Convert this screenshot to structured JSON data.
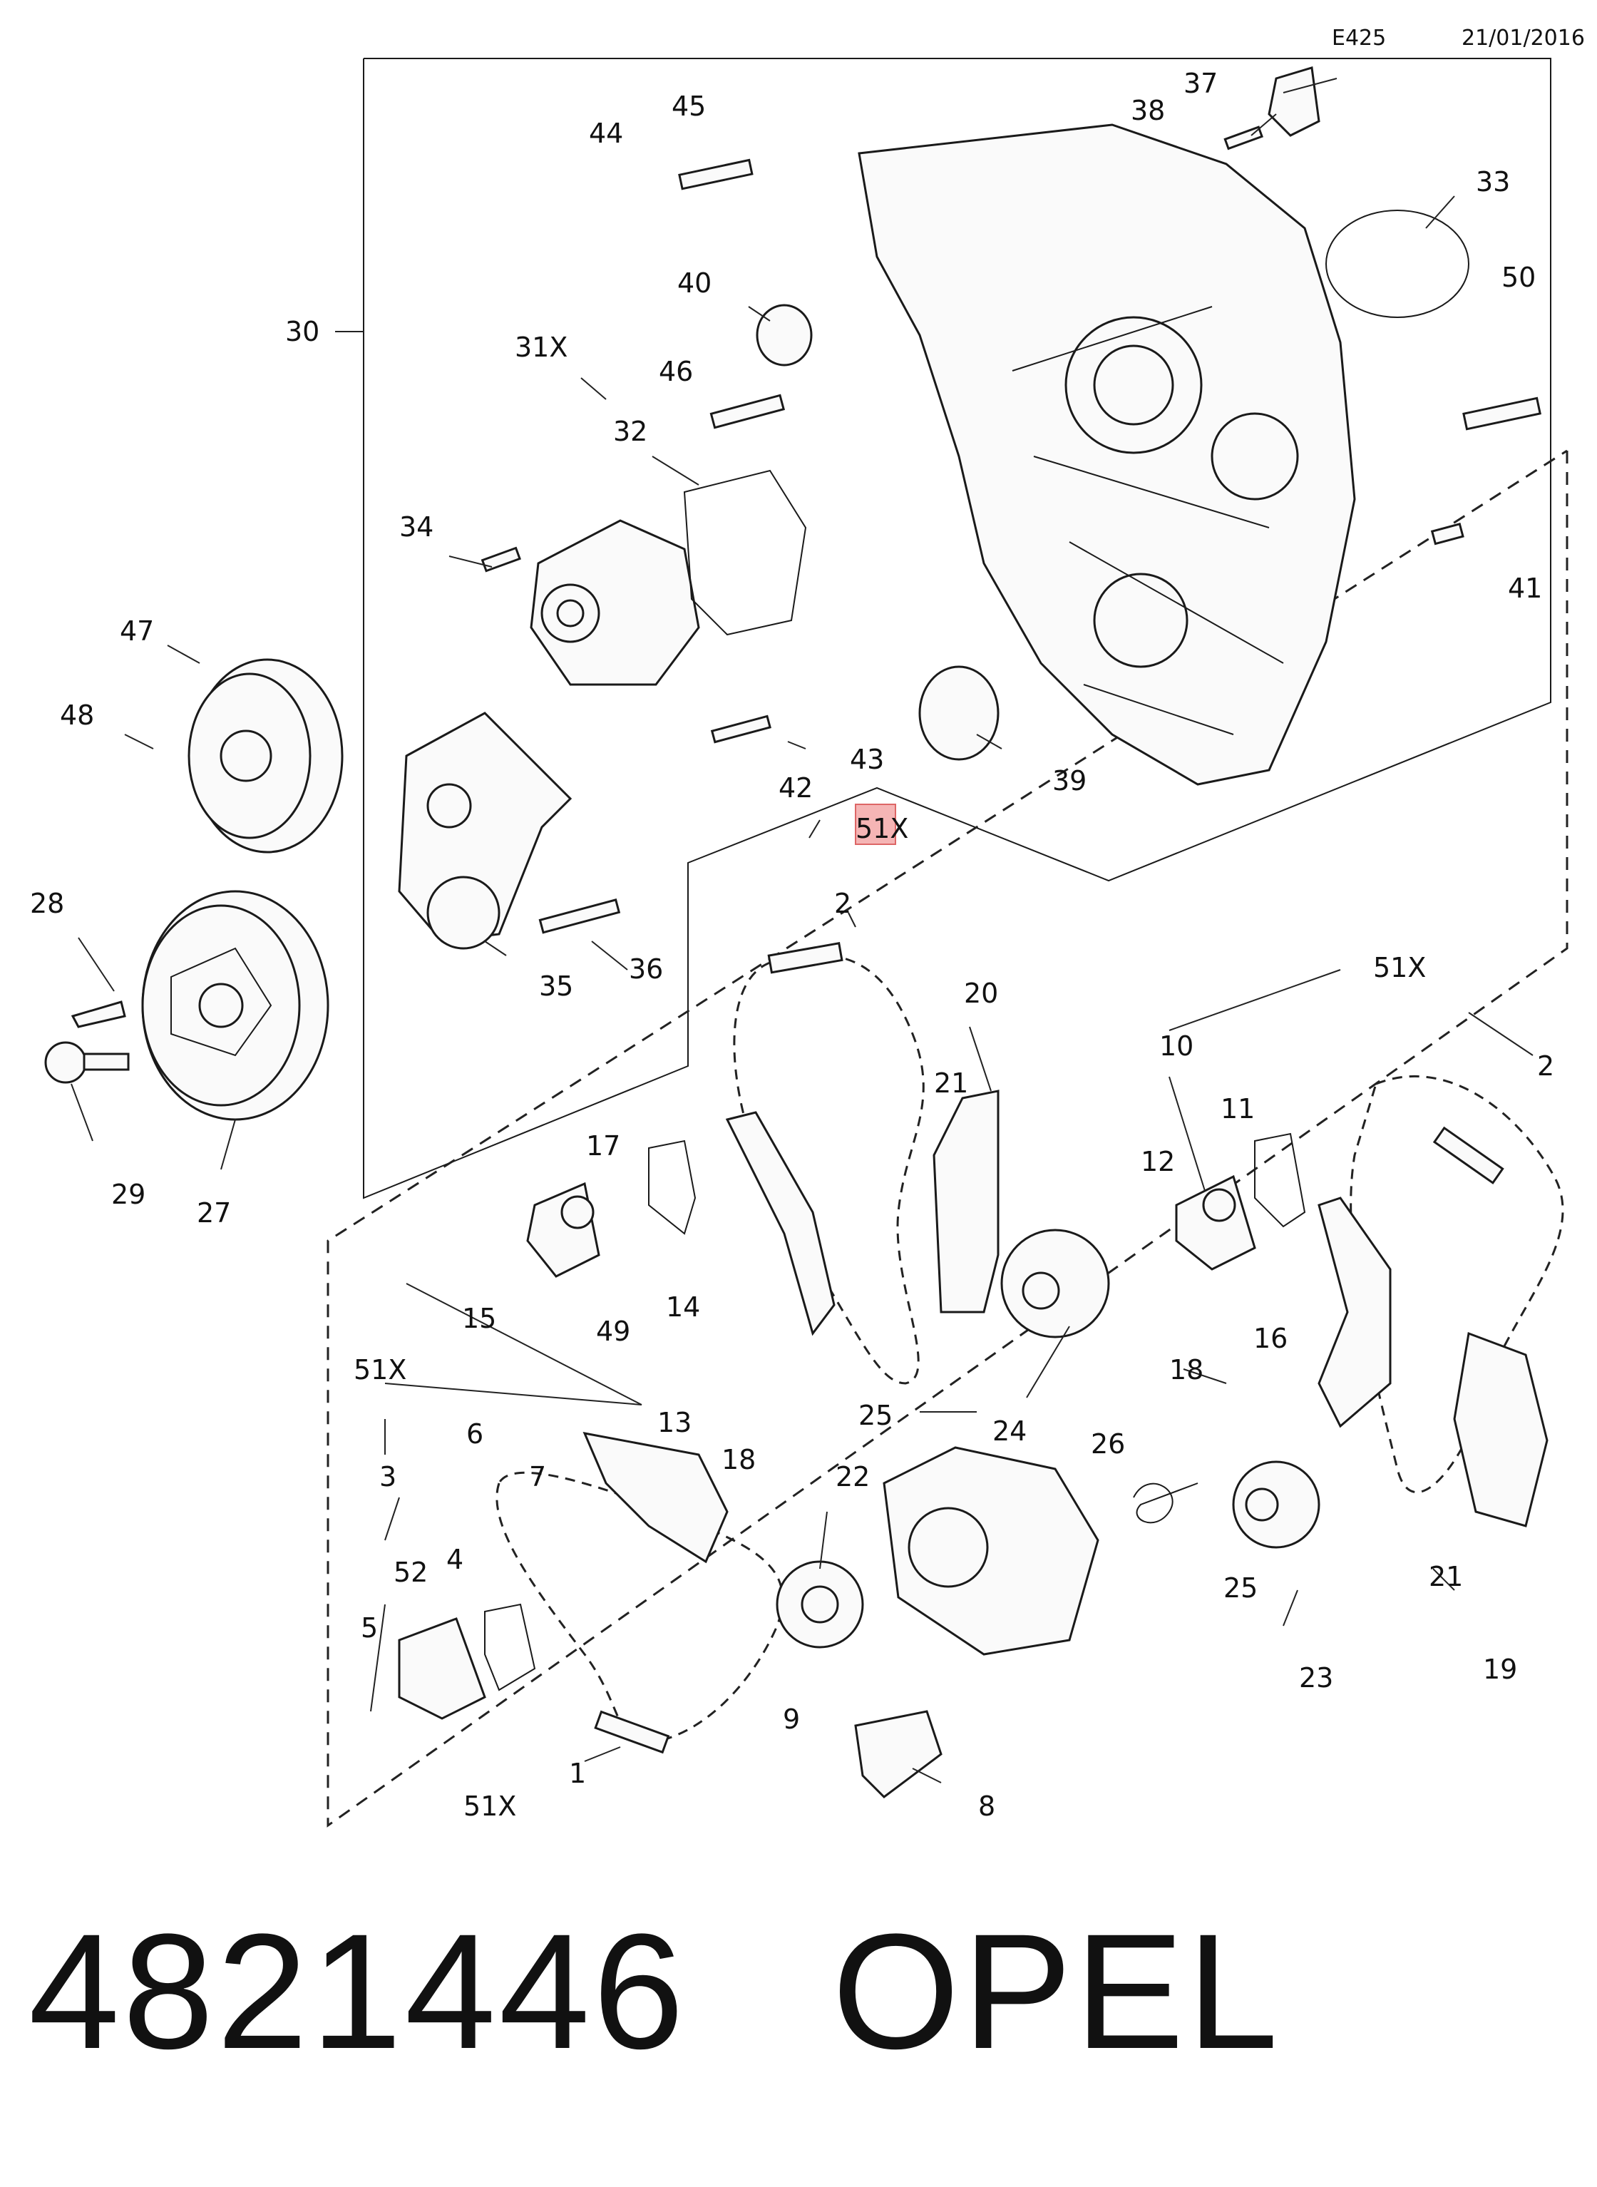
{
  "header": {
    "code": "E425",
    "date": "21/01/2016"
  },
  "title": {
    "part_number": "4821446",
    "brand": "OPEL"
  },
  "highlight_label": "51X",
  "callouts": [
    {
      "key": "c45",
      "text": "45"
    },
    {
      "key": "c44",
      "text": "44"
    },
    {
      "key": "c37",
      "text": "37"
    },
    {
      "key": "c38",
      "text": "38"
    },
    {
      "key": "c33",
      "text": "33"
    },
    {
      "key": "c50",
      "text": "50"
    },
    {
      "key": "c40",
      "text": "40"
    },
    {
      "key": "c30",
      "text": "30"
    },
    {
      "key": "c31x",
      "text": "31X"
    },
    {
      "key": "c46",
      "text": "46"
    },
    {
      "key": "c32",
      "text": "32"
    },
    {
      "key": "c34",
      "text": "34"
    },
    {
      "key": "c41",
      "text": "41"
    },
    {
      "key": "c47",
      "text": "47"
    },
    {
      "key": "c48",
      "text": "48"
    },
    {
      "key": "c43",
      "text": "43"
    },
    {
      "key": "c42",
      "text": "42"
    },
    {
      "key": "c39",
      "text": "39"
    },
    {
      "key": "c28",
      "text": "28"
    },
    {
      "key": "c36",
      "text": "36"
    },
    {
      "key": "c35",
      "text": "35"
    },
    {
      "key": "c29",
      "text": "29"
    },
    {
      "key": "c27",
      "text": "27"
    },
    {
      "key": "c2a",
      "text": "2"
    },
    {
      "key": "c20",
      "text": "20"
    },
    {
      "key": "c51xa",
      "text": "51X"
    },
    {
      "key": "c10",
      "text": "10"
    },
    {
      "key": "c2b",
      "text": "2"
    },
    {
      "key": "c21a",
      "text": "21"
    },
    {
      "key": "c11",
      "text": "11"
    },
    {
      "key": "c17",
      "text": "17"
    },
    {
      "key": "c12",
      "text": "12"
    },
    {
      "key": "c16",
      "text": "16"
    },
    {
      "key": "c15",
      "text": "15"
    },
    {
      "key": "c49",
      "text": "49"
    },
    {
      "key": "c14",
      "text": "14"
    },
    {
      "key": "c51xb",
      "text": "51X"
    },
    {
      "key": "c18a",
      "text": "18"
    },
    {
      "key": "c13",
      "text": "13"
    },
    {
      "key": "c25a",
      "text": "25"
    },
    {
      "key": "c24",
      "text": "24"
    },
    {
      "key": "c18b",
      "text": "18"
    },
    {
      "key": "c6",
      "text": "6"
    },
    {
      "key": "c7",
      "text": "7"
    },
    {
      "key": "c26",
      "text": "26"
    },
    {
      "key": "c22",
      "text": "22"
    },
    {
      "key": "c3",
      "text": "3"
    },
    {
      "key": "c52",
      "text": "52"
    },
    {
      "key": "c4",
      "text": "4"
    },
    {
      "key": "c25b",
      "text": "25"
    },
    {
      "key": "c21b",
      "text": "21"
    },
    {
      "key": "c5",
      "text": "5"
    },
    {
      "key": "c23",
      "text": "23"
    },
    {
      "key": "c19",
      "text": "19"
    },
    {
      "key": "c9",
      "text": "9"
    },
    {
      "key": "c1",
      "text": "1"
    },
    {
      "key": "c51xc",
      "text": "51X"
    },
    {
      "key": "c8",
      "text": "8"
    }
  ]
}
